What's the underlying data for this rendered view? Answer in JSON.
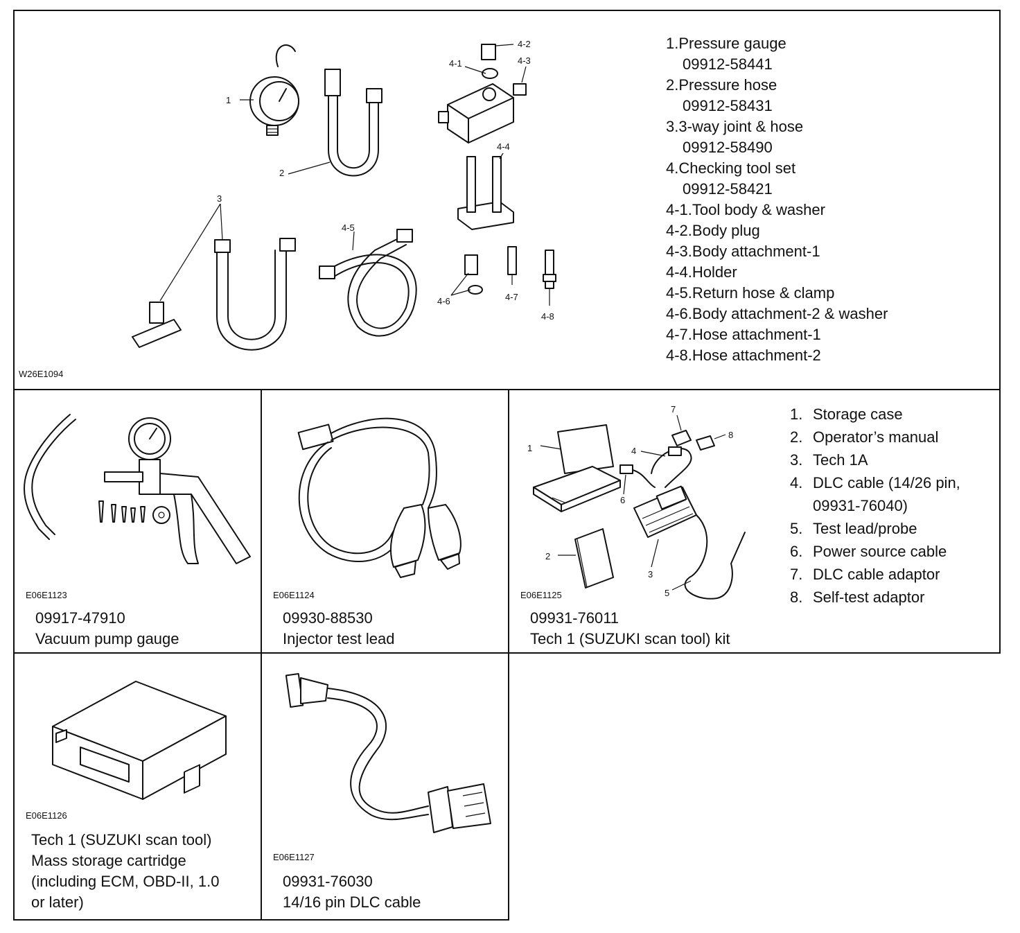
{
  "panel1": {
    "legend": [
      {
        "num": "1.",
        "label": "Pressure gauge",
        "part": "09912-58441"
      },
      {
        "num": "2.",
        "label": "Pressure hose",
        "part": "09912-58431"
      },
      {
        "num": "3.",
        "label": "3-way joint & hose",
        "part": "09912-58490"
      },
      {
        "num": "4.",
        "label": "Checking tool set",
        "part": "09912-58421"
      },
      {
        "num": "4-1.",
        "label": "Tool body & washer"
      },
      {
        "num": "4-2.",
        "label": "Body plug"
      },
      {
        "num": "4-3.",
        "label": "Body attachment-1"
      },
      {
        "num": "4-4.",
        "label": "Holder"
      },
      {
        "num": "4-5.",
        "label": "Return hose & clamp"
      },
      {
        "num": "4-6.",
        "label": "Body attachment-2 & washer"
      },
      {
        "num": "4-7.",
        "label": "Hose attachment-1"
      },
      {
        "num": "4-8.",
        "label": "Hose attachment-2"
      }
    ],
    "callouts": {
      "c1": "1",
      "c2": "2",
      "c3": "3",
      "c41": "4-1",
      "c42": "4-2",
      "c43": "4-3",
      "c44": "4-4",
      "c45": "4-5",
      "c46": "4-6",
      "c47": "4-7",
      "c48": "4-8"
    },
    "figure_code": "W26E1094"
  },
  "panel2": {
    "figure_code": "E06E1123",
    "part": "09917-47910",
    "name": "Vacuum pump gauge"
  },
  "panel3": {
    "figure_code": "E06E1124",
    "part": "09930-88530",
    "name": "Injector test lead"
  },
  "panel4": {
    "figure_code": "E06E1125",
    "part": "09931-76011",
    "name": "Tech 1 (SUZUKI scan tool) kit",
    "legend": [
      {
        "num": "1.",
        "label": "Storage case"
      },
      {
        "num": "2.",
        "label": "Operator’s manual"
      },
      {
        "num": "3.",
        "label": "Tech 1A"
      },
      {
        "num": "4.",
        "label": "DLC cable (14/26 pin,",
        "cont": "09931-76040)"
      },
      {
        "num": "5.",
        "label": "Test lead/probe"
      },
      {
        "num": "6.",
        "label": "Power source cable"
      },
      {
        "num": "7.",
        "label": "DLC cable adaptor"
      },
      {
        "num": "8.",
        "label": "Self-test adaptor"
      }
    ],
    "callouts": {
      "c1": "1",
      "c2": "2",
      "c3": "3",
      "c4": "4",
      "c5": "5",
      "c6": "6",
      "c7": "7",
      "c8": "8"
    }
  },
  "panel5": {
    "figure_code": "E06E1126",
    "lines": [
      "Tech 1 (SUZUKI scan tool)",
      "Mass storage cartridge",
      "(including ECM, OBD-II, 1.0",
      "or later)"
    ]
  },
  "panel6": {
    "figure_code": "E06E1127",
    "part": "09931-76030",
    "name": "14/16 pin DLC cable"
  }
}
